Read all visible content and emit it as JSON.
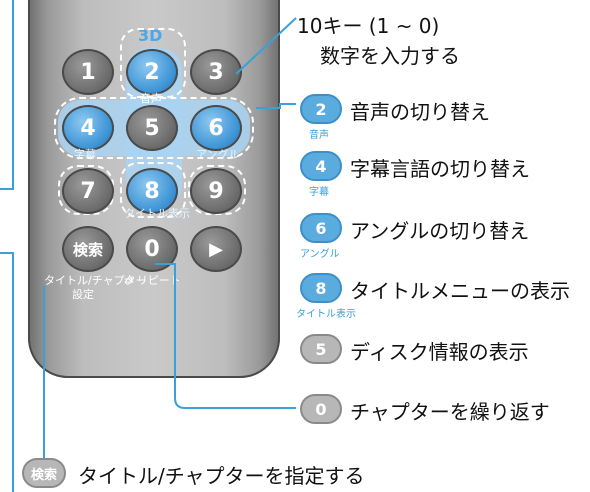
{
  "remote": {
    "label_3d": "3D",
    "keys": {
      "k1": "1",
      "k2": "2",
      "k3": "3",
      "k4": "4",
      "k5": "5",
      "k6": "6",
      "k7": "7",
      "k8": "8",
      "k9": "9",
      "search": "検索",
      "k0": "0",
      "play": "▶"
    },
    "labels": {
      "audio": "音声",
      "subtitle": "字幕",
      "angle": "アングル",
      "title_menu": "タイトル表示",
      "title_chapter": "タイトル/チャプター",
      "setting": "設定",
      "repeat": "⇄ リピート"
    }
  },
  "callouts": {
    "tenkey_title": "10キー (1 ~ 0)",
    "tenkey_desc": "数字を入力する"
  },
  "legend": [
    {
      "key": "2",
      "sub": "音声",
      "text": "音声の切り替え",
      "style": "blue"
    },
    {
      "key": "4",
      "sub": "字幕",
      "text": "字幕言語の切り替え",
      "style": "blue"
    },
    {
      "key": "6",
      "sub": "アングル",
      "text": "アングルの切り替え",
      "style": "blue"
    },
    {
      "key": "8",
      "sub": "タイトル表示",
      "text": "タイトルメニューの表示",
      "style": "blue"
    },
    {
      "key": "5",
      "sub": "",
      "text": "ディスク情報の表示",
      "style": "gray"
    },
    {
      "key": "0",
      "sub": "",
      "text": "チャプターを繰り返す",
      "style": "gray"
    }
  ],
  "search_legend": {
    "key": "検索",
    "text": "タイトル/チャプターを指定する"
  },
  "colors": {
    "accent_blue": "#3aa0d8",
    "button_blue": "#5aacdf",
    "button_gray": "#b7b7b7"
  }
}
